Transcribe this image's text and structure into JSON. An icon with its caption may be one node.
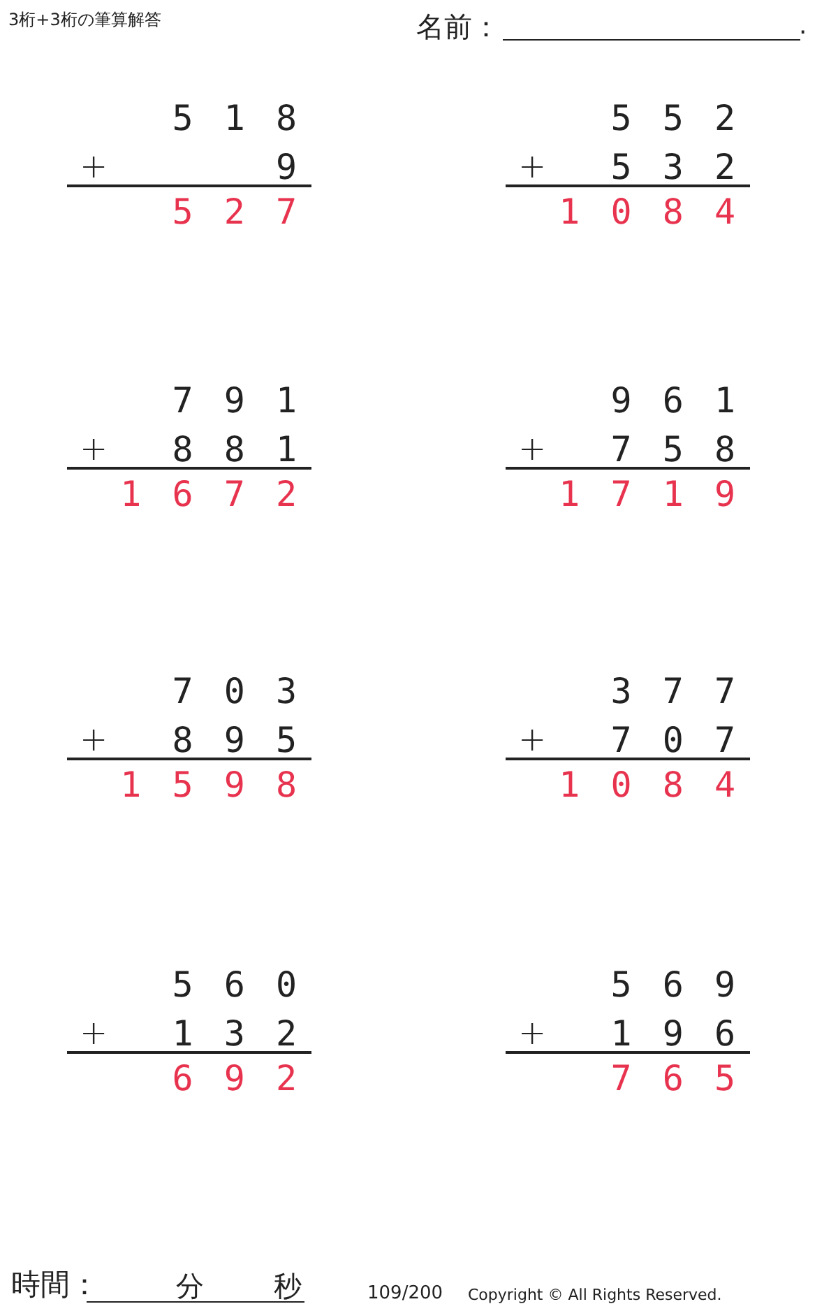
{
  "diagram": {
    "title": "3桁+3桁の筆算解答",
    "labels": [
      "名前：",
      ".",
      "5 1 8",
      "+",
      "9",
      "5 2 7",
      "5 5 2",
      "+",
      "5 3 2",
      "1 0 8 4",
      "7 9 1",
      "+",
      "8 8 1",
      "1 6 7 2",
      "9 6 1",
      "+",
      "7 5 8",
      "1 7 1 9",
      "7 0 3",
      "+",
      "8 9 5",
      "1 5 9 8",
      "3 7 7",
      "+",
      "7 0 7",
      "1 0 8 4",
      "5 6 0",
      "+",
      "1 3 2",
      "6 9 2",
      "5 6 9",
      "+",
      "1 9 6",
      "7 6 5",
      "時間：",
      "分",
      "秒",
      "109/200",
      "Copyright © All Rights Reserved."
    ]
  }
}
